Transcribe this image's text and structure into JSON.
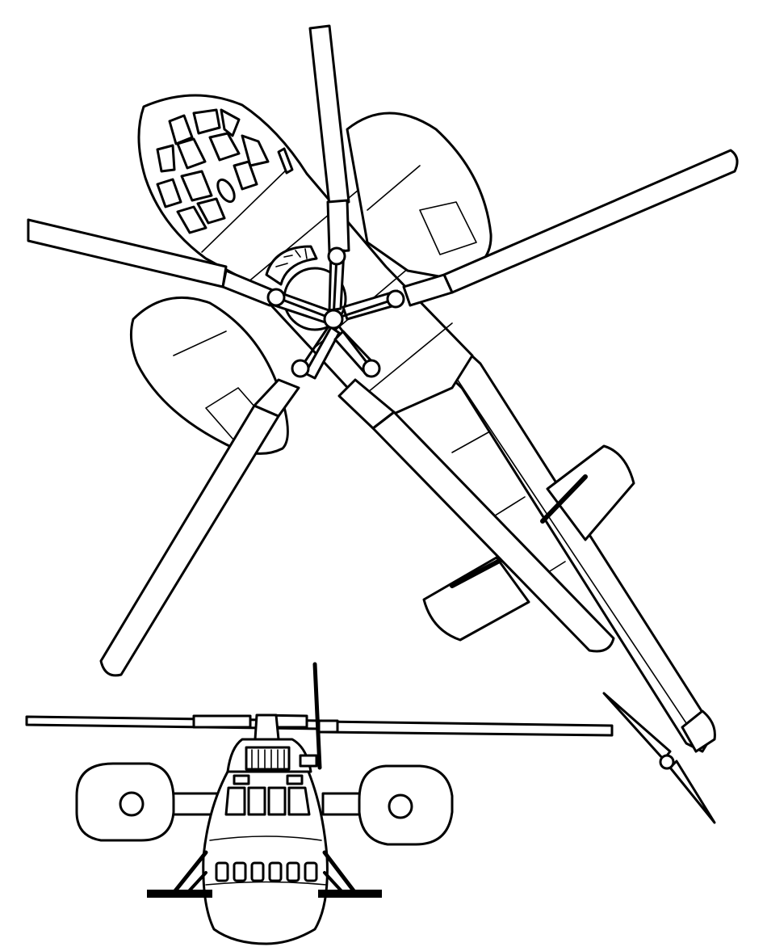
{
  "drawing": {
    "views": [
      "top-view",
      "front-view"
    ],
    "line_color": "#000000",
    "background_color": "#ffffff",
    "rotor_blade_count": 5
  }
}
